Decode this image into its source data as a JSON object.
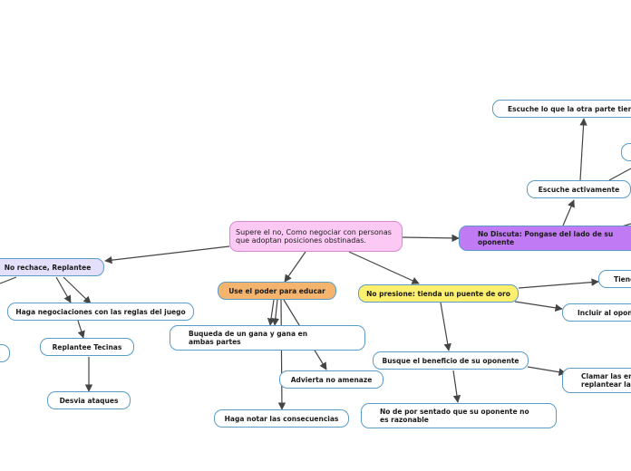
{
  "colors": {
    "root_fill": "#fcc9f5",
    "root_border": "#d48bd0",
    "educar_fill": "#f4b46e",
    "presione_fill": "#fdf06e",
    "discuta_fill": "#c07bf4",
    "rechace_fill": "#e4e0fb",
    "node_border": "#5a9cc6",
    "edge": "#444444"
  },
  "nodes": {
    "root": "Supere el no, Como negociar con personas que adoptan posiciones obstinadas.",
    "rechace": "No rechace, Replantee",
    "educar": "Use el poder para educar",
    "presione": "No presione: tienda un puente de oro",
    "discuta": "No Discuta: Pongase del lado de su oponente",
    "negociaciones": "Haga negociaciones con las reglas del juego",
    "tecnicas": "Replantee Tecinas",
    "ataques": "Desvia ataques",
    "gana": "Buqueda de un gana y gana en ambas partes",
    "amenaze": "Advierta no amenaze",
    "consecuencias": "Haga notar las consecuencias",
    "beneficio": "Busque el beneficio de su oponente",
    "razonable": "No de por sentado que su oponente no es razonable",
    "tiend": "Tiend",
    "incluir": "Incluir al opone",
    "clamar": "Clamar las em replantear la p",
    "activamente": "Escuche activamente",
    "escuche_otra": "Escuche lo que la otra parte tiene q"
  }
}
